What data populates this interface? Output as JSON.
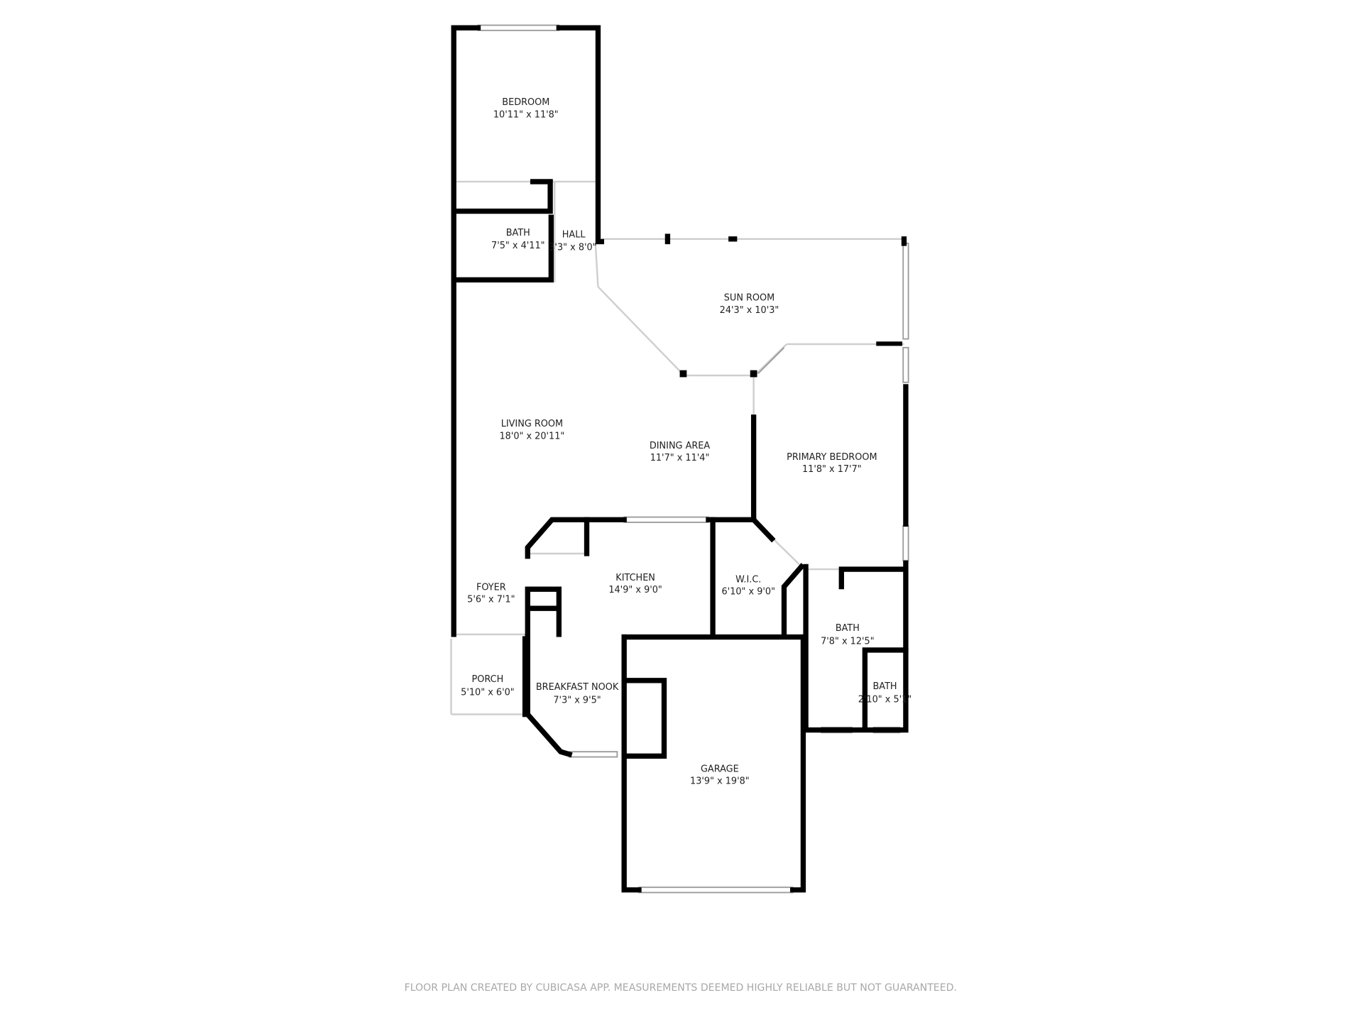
{
  "rooms": [
    {
      "name": "BEDROOM",
      "size": "10'11\" x 11'8\""
    },
    {
      "name": "BATH",
      "size": "7'5\" x 4'11\""
    },
    {
      "name": "HALL",
      "size": "3'3\" x 8'0\""
    },
    {
      "name": "SUN ROOM",
      "size": "24'3\" x 10'3\""
    },
    {
      "name": "LIVING ROOM",
      "size": "18'0\" x 20'11\""
    },
    {
      "name": "DINING AREA",
      "size": "11'7\" x 11'4\""
    },
    {
      "name": "PRIMARY BEDROOM",
      "size": "11'8\" x 17'7\""
    },
    {
      "name": "FOYER",
      "size": "5'6\" x 7'1\""
    },
    {
      "name": "KITCHEN",
      "size": "14'9\" x 9'0\""
    },
    {
      "name": "W.I.C.",
      "size": "6'10\" x 9'0\""
    },
    {
      "name": "BATH",
      "size": "7'8\" x 12'5\""
    },
    {
      "name": "BATH",
      "size": "2'10\" x 5'1\""
    },
    {
      "name": "PORCH",
      "size": "5'10\" x 6'0\""
    },
    {
      "name": "BREAKFAST NOOK",
      "size": "7'3\" x 9'5\""
    },
    {
      "name": "GARAGE",
      "size": "13'9\" x 19'8\""
    }
  ],
  "footer": "FLOOR PLAN CREATED BY CUBICASA APP. MEASUREMENTS DEEMED HIGHLY RELIABLE BUT NOT GUARANTEED."
}
